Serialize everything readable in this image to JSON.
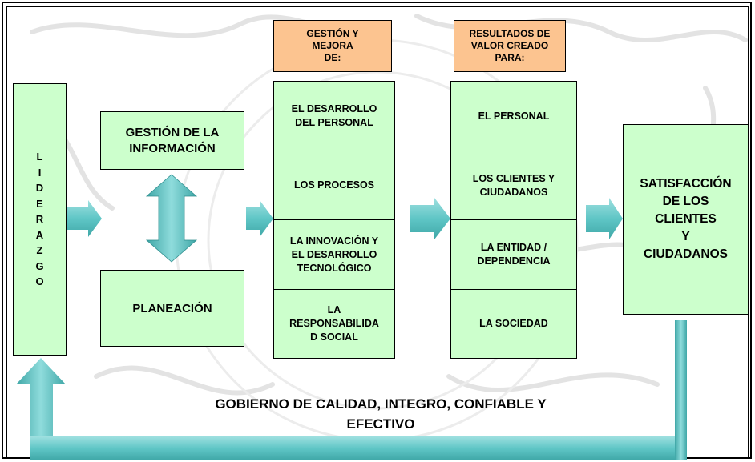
{
  "diagram": {
    "leadership": "LIDERAZGO",
    "info_management": "GESTIÓN DE LA\nINFORMACIÓN",
    "planning": "PLANEACIÓN",
    "management_header": "GESTIÓN Y\nMEJORA\nDE:",
    "management_items": [
      "EL DESARROLLO\nDEL PERSONAL",
      "LOS PROCESOS",
      "LA INNOVACIÓN Y\nEL DESARROLLO\nTECNOLÓGICO",
      "LA\nRESPONSABILIDA\nD SOCIAL"
    ],
    "results_header": "RESULTADOS DE\nVALOR CREADO\nPARA:",
    "results_items": [
      "EL PERSONAL",
      "LOS CLIENTES Y\nCIUDADANOS",
      "LA ENTIDAD /\nDEPENDENCIA",
      "LA SOCIEDAD"
    ],
    "satisfaction": "SATISFACCIÓN\nDE LOS\nCLIENTES\nY\nCIUDADANOS",
    "footer": "GOBIERNO DE CALIDAD, INTEGRO, CONFIABLE Y\nEFECTIVO"
  },
  "colors": {
    "box_fill": "#ccffcc",
    "header_fill": "#fcc490",
    "arrow_teal": "#5fc6c6"
  }
}
